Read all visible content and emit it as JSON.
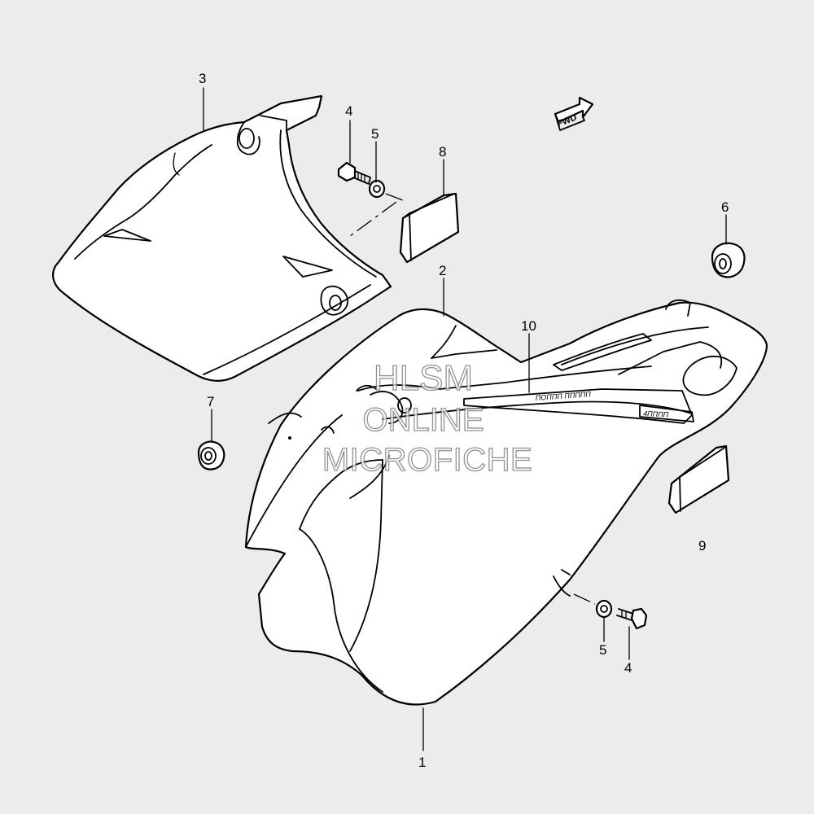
{
  "diagram": {
    "fwd_label": "FWD",
    "callouts": [
      {
        "id": "1",
        "text": "1"
      },
      {
        "id": "2",
        "text": "2"
      },
      {
        "id": "3",
        "text": "3"
      },
      {
        "id": "4a",
        "text": "4"
      },
      {
        "id": "4b",
        "text": "4"
      },
      {
        "id": "5a",
        "text": "5"
      },
      {
        "id": "5b",
        "text": "5"
      },
      {
        "id": "6",
        "text": "6"
      },
      {
        "id": "7",
        "text": "7"
      },
      {
        "id": "8",
        "text": "8"
      },
      {
        "id": "9",
        "text": "9"
      },
      {
        "id": "10",
        "text": "10"
      }
    ]
  },
  "watermark": {
    "line1": "HLSM",
    "line2": "ONLINE",
    "line3": "MICROFICHE"
  }
}
